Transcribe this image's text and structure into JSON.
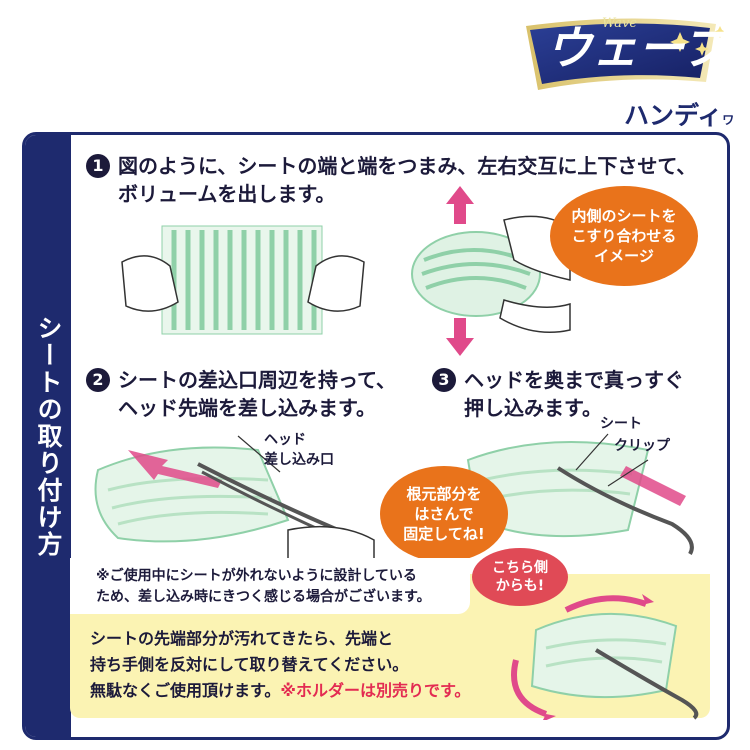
{
  "logo": {
    "wave_text": "Wave",
    "brand_name": "ウェーブ",
    "product_name": "ハンディ",
    "product_suffix": "ワイパー"
  },
  "side_title": "シートの取り付け方",
  "steps": [
    {
      "number": "1",
      "lines": [
        "図のように、シートの端と端をつまみ、左右交互に上下させて、",
        "ボリュームを出します。"
      ]
    },
    {
      "number": "2",
      "lines": [
        "シートの差込口周辺を持って、",
        "ヘッド先端を差し込みます。"
      ]
    },
    {
      "number": "3",
      "lines": [
        "ヘッドを奥まで真っすぐ",
        "押し込みます。"
      ]
    }
  ],
  "bubbles": {
    "rub": [
      "内側のシートを",
      "こすり合わせる",
      "イメージ"
    ],
    "clip": [
      "根元部分を",
      "はさんで",
      "固定してね!"
    ],
    "other_side": [
      "こちら側",
      "からも!"
    ]
  },
  "labels": {
    "head_insert": [
      "ヘッド",
      "差し込み口"
    ],
    "sheet": "シート",
    "clip": "クリップ"
  },
  "note": [
    "※ご使用中にシートが外れないように設計している",
    "ため、差し込み時にきつく感じる場合がございます。"
  ],
  "tip": {
    "line1": "シートの先端部分が汚れてきたら、先端と",
    "line2": "持ち手側を反対にして取り替えてください。",
    "line3_normal": "無駄なくご使用頂けます。",
    "line3_warning": "※ホルダーは別売りです。"
  },
  "colors": {
    "navy": "#1e2a6e",
    "orange": "#e9731b",
    "pink": "#e04a56",
    "warning_red": "#e32b52",
    "yellow": "#fbf3b3",
    "sheet_green": "#8fd0a8"
  }
}
